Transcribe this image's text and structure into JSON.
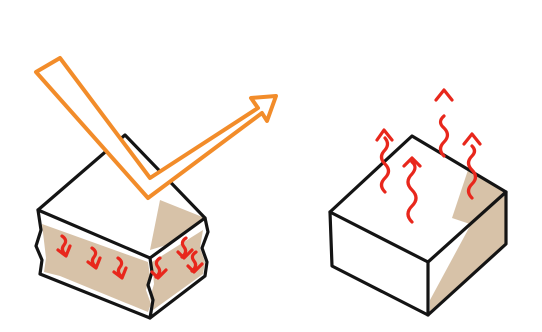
{
  "colors": {
    "background": "#ffffff",
    "outline": "#141414",
    "reflection_arrow": "#f28c2a",
    "heat_arrows": "#e8271c",
    "shading": "#d7c2a8"
  },
  "left_block": {
    "reflected_arrow_icon": "reflection-arrow-icon",
    "heat_arrow_count": 6,
    "heat_direction": "down"
  },
  "right_block": {
    "heat_arrow_count": 4,
    "heat_direction": "up"
  }
}
